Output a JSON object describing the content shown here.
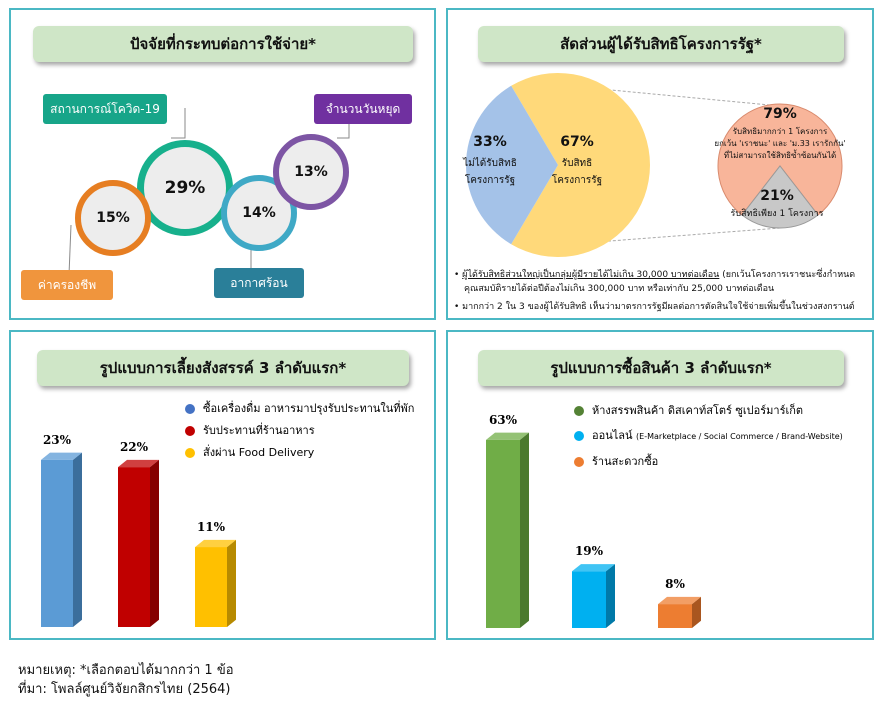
{
  "factors": {
    "title": "ปัจจัยที่กระทบต่อการใช้จ่าย*",
    "items": [
      {
        "label": "สถานการณ์โควิด-19",
        "value": "29%",
        "color": "#17a589"
      },
      {
        "label": "ค่าครองชีพ",
        "value": "15%",
        "color": "#e67e22"
      },
      {
        "label": "อากาศร้อน",
        "value": "14%",
        "color": "#3fa9c6"
      },
      {
        "label": "จำนวนวันหยุด",
        "value": "13%",
        "color": "#7d55a4"
      }
    ]
  },
  "beneficiaries": {
    "title": "สัดส่วนผู้ได้รับสิทธิโครงการรัฐ*",
    "pie_left": {
      "value": "33%",
      "label1": "ไม่ได้รับสิทธิ",
      "label2": "โครงการรัฐ"
    },
    "pie_right": {
      "value": "67%",
      "label1": "รับสิทธิ",
      "label2": "โครงการรัฐ"
    },
    "sub_big": {
      "value": "79%",
      "line1": "รับสิทธิมากกว่า 1 โครงการ",
      "line2": "ยกเว้น 'เราชนะ' และ 'ม.33 เรารักกัน'",
      "line3": "ที่ไม่สามารถใช้สิทธิซ้ำซ้อนกันได้"
    },
    "sub_small": {
      "value": "21%",
      "line1": "รับสิทธิเพียง 1 โครงการ"
    },
    "bullet1a": "ผู้ได้รับสิทธิส่วนใหญ่เป็นกลุ่มผู้มีรายได้ไม่เกิน 30,000 บาทต่อเดือน",
    "bullet1b": " (ยกเว้นโครงการเราชนะซึ่งกำหนด",
    "bullet1c": "คุณสมบัติรายได้ต่อปีต้องไม่เกิน 300,000 บาท หรือเท่ากับ 25,000 บาทต่อเดือน",
    "bullet2": "มากกว่า 2 ใน 3 ของผู้ได้รับสิทธิ เห็นว่ามาตรการรัฐมีผลต่อการตัดสินใจใช้จ่ายเพิ่มขึ้นในช่วงสงกรานต์"
  },
  "party": {
    "title": "รูปแบบการเลี้ยงสังสรรค์ 3 ลำดับแรก*"
  },
  "shopping": {
    "title": "รูปแบบการซื้อสินค้า 3 ลำดับแรก*",
    "online_detail": "(E-Marketplace / Social Commerce / Brand-Website)"
  },
  "footer": {
    "note": "หมายเหตุ: *เลือกตอบได้มากกว่า 1 ข้อ",
    "source": "ที่มา: โพลล์ศูนย์วิจัยกสิกรไทย (2564)"
  },
  "chart_data": [
    {
      "type": "bar",
      "categories": [
        "ซื้อเครื่องดื่ม อาหารมาปรุงรับประทานในที่พัก",
        "รับประทานที่ร้านอาหาร",
        "สั่งผ่าน Food Delivery"
      ],
      "values": [
        23,
        22,
        11
      ],
      "labels": [
        "23%",
        "22%",
        "11%"
      ],
      "colors": [
        "#5b9bd5",
        "#c00000",
        "#ffc000"
      ],
      "side_colors": [
        "#3b6e9c",
        "#850000",
        "#b78a00"
      ],
      "ylim": [
        0,
        30
      ]
    },
    {
      "type": "bar",
      "categories": [
        "ห้างสรรพสินค้า ดิสเคาท์สโตร์ ซูเปอร์มาร์เก็ต",
        "ออนไลน์",
        "ร้านสะดวกซื้อ"
      ],
      "values": [
        63,
        19,
        8
      ],
      "labels": [
        "63%",
        "19%",
        "8%"
      ],
      "colors": [
        "#70ad47",
        "#00b0f0",
        "#ed7d31"
      ],
      "side_colors": [
        "#4b7a2e",
        "#0079a8",
        "#a9561f"
      ],
      "ylim": [
        0,
        72
      ]
    }
  ]
}
